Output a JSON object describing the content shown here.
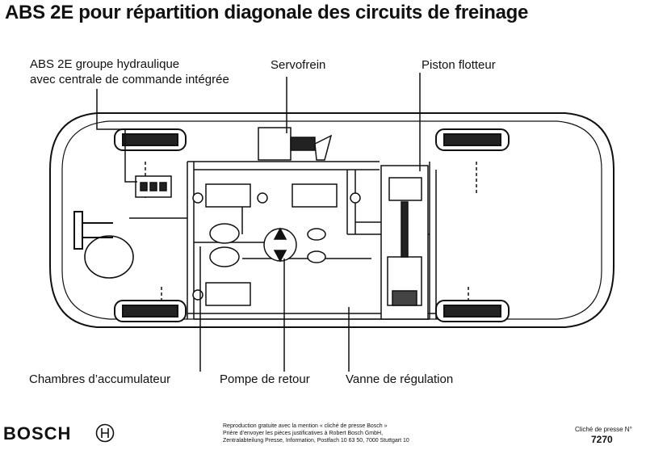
{
  "title": "ABS 2E pour répartition diagonale des circuits de freinage",
  "labels": {
    "hydraulic_line1": "ABS 2E groupe hydraulique",
    "hydraulic_line2": "avec centrale de commande intégrée",
    "servo": "Servofrein",
    "piston": "Piston flotteur",
    "chambers": "Chambres d’accumulateur",
    "pump": "Pompe de retour",
    "valve": "Vanne de régulation"
  },
  "footer": {
    "brand": "BOSCH",
    "repro_lines": [
      "Reproduction gratuite avec la mention « cliché de presse Bosch »",
      "Prière d’envoyer les pièces justificatives à Robert Bosch GmbH,",
      "Zentralabteilung Presse, Information, Postfach 10 63 50, 7000 Stuttgart 10"
    ],
    "cliche_label": "Cliché de presse N°",
    "cliche_number": "7270"
  }
}
